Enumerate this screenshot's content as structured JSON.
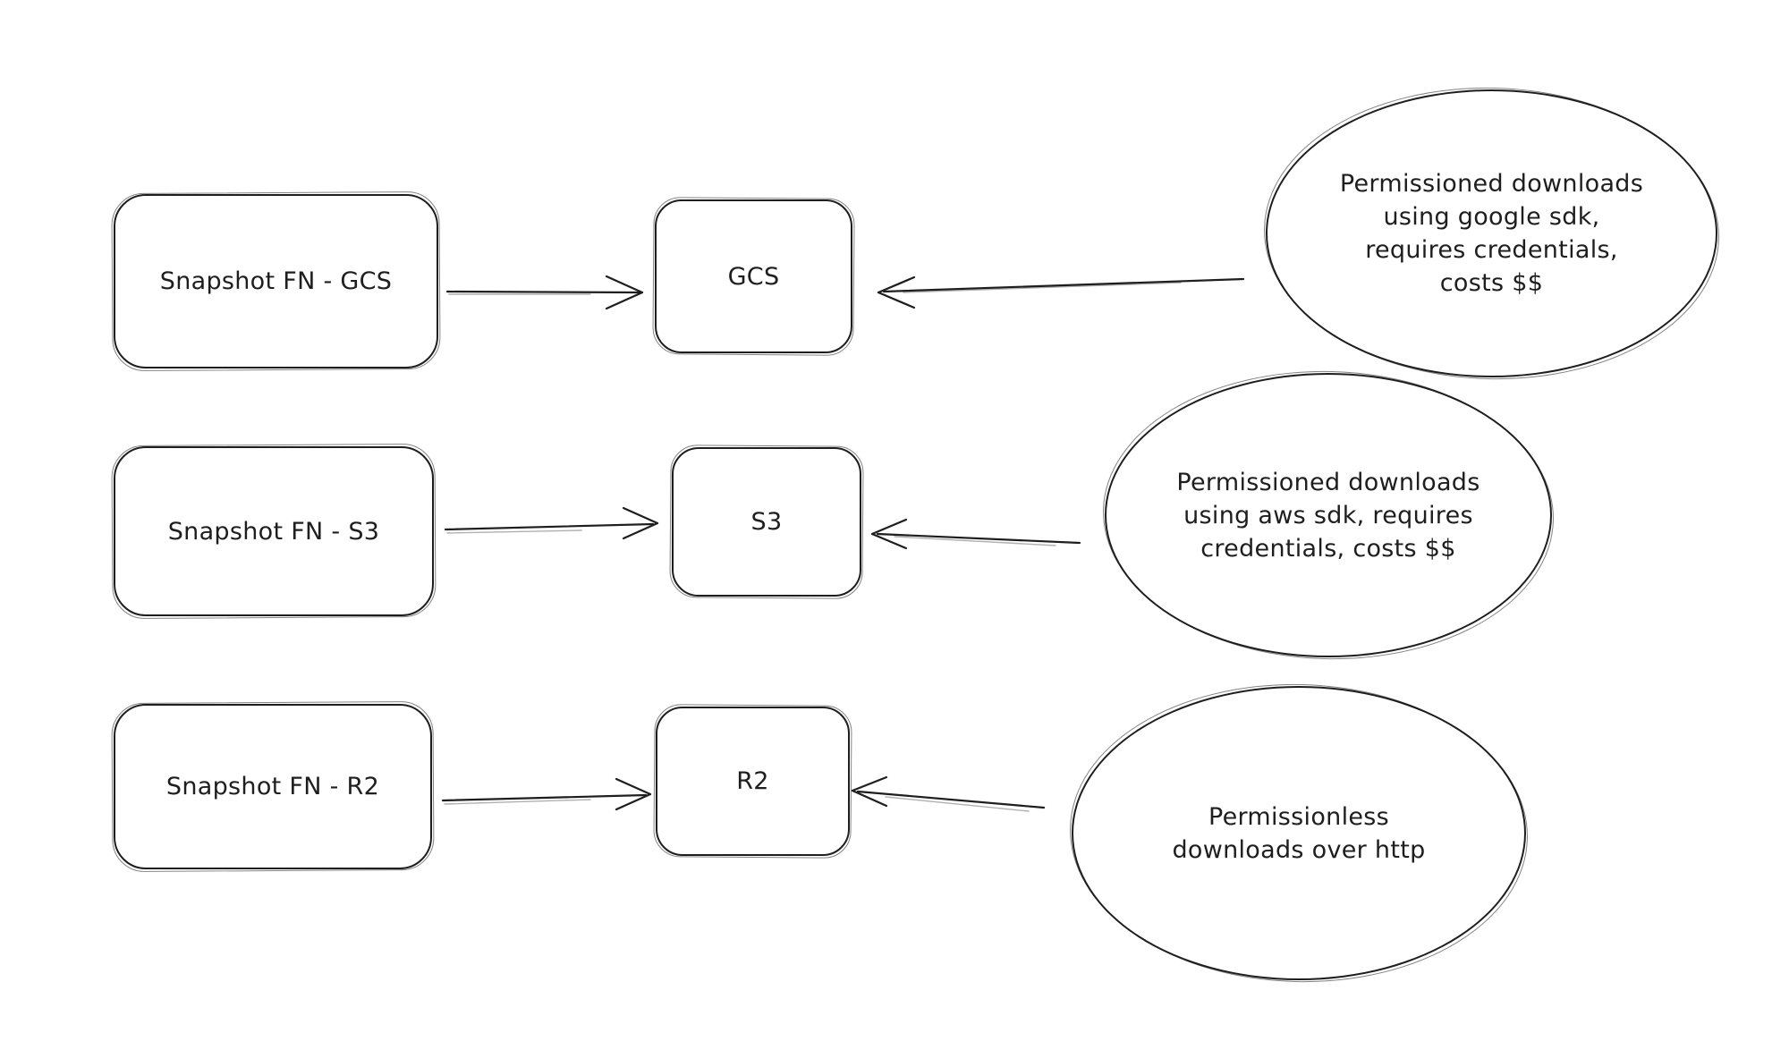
{
  "diagram": {
    "background": "#ffffff",
    "stroke_color": "#1e1e1e",
    "rows": [
      {
        "id": "gcs",
        "source": {
          "label": "Snapshot FN - GCS"
        },
        "target": {
          "label": "GCS"
        },
        "note": {
          "label": "Permissioned downloads\nusing google sdk,\nrequires credentials,\ncosts $$"
        }
      },
      {
        "id": "s3",
        "source": {
          "label": "Snapshot FN - S3"
        },
        "target": {
          "label": "S3"
        },
        "note": {
          "label": "Permissioned downloads\nusing aws sdk, requires\ncredentials, costs $$"
        }
      },
      {
        "id": "r2",
        "source": {
          "label": "Snapshot FN - R2"
        },
        "target": {
          "label": "R2"
        },
        "note": {
          "label": "Permissionless\ndownloads over http"
        }
      }
    ]
  }
}
